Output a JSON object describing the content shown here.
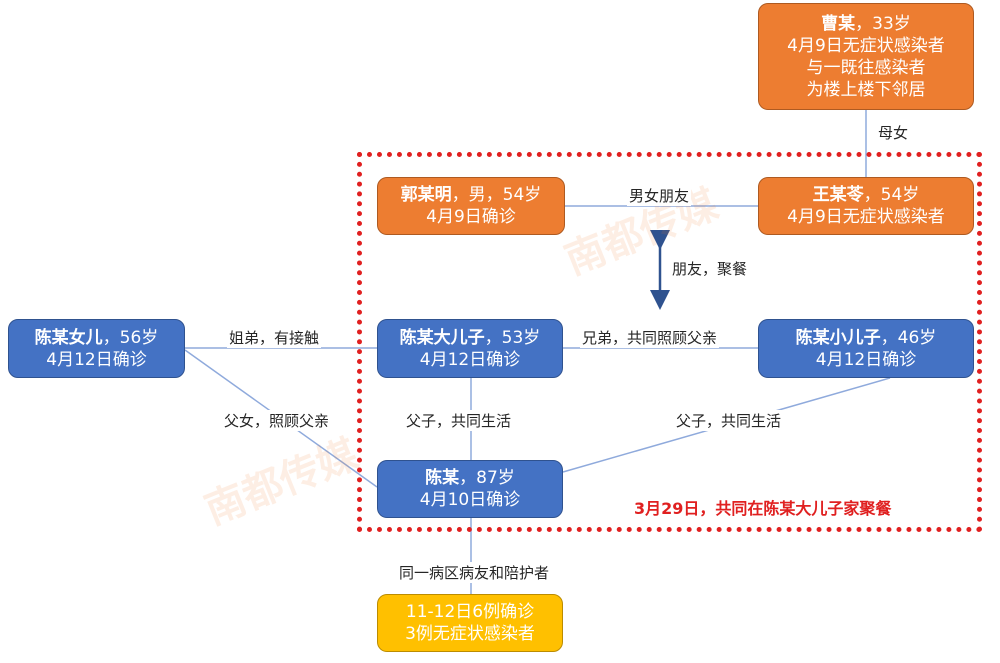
{
  "nodes": {
    "cao": {
      "name": "曹某",
      "detail": "，33岁",
      "line2": "4月9日无症状感染者",
      "line3": "与一既往感染者",
      "line4": "为楼上楼下邻居"
    },
    "guo": {
      "name": "郭某明",
      "detail": "，男，54岁",
      "line2": "4月9日确诊"
    },
    "wang": {
      "name": "王某苓",
      "detail": "，54岁",
      "line2": "4月9日无症状感染者"
    },
    "daughter": {
      "name": "陈某女儿",
      "detail": "，56岁",
      "line2": "4月12日确诊"
    },
    "elder_son": {
      "name": "陈某大儿子",
      "detail": "，53岁",
      "line2": "4月12日确诊"
    },
    "younger_son": {
      "name": "陈某小儿子",
      "detail": "，46岁",
      "line2": "4月12日确诊"
    },
    "chen": {
      "name": "陈某",
      "detail": "，87岁",
      "line2": "4月10日确诊"
    },
    "ward": {
      "line1": "11-12日6例确诊",
      "line2": "3例无症状感染者"
    }
  },
  "edges": {
    "mother_daughter": "母女",
    "boyfriend_girlfriend": "男女朋友",
    "friends_dinner": "朋友，聚餐",
    "siblings_contact": "姐弟，有接触",
    "brothers_care": "兄弟，共同照顾父亲",
    "father_daughter_care": "父女，照顾父亲",
    "father_son_live_1": "父子，共同生活",
    "father_son_live_2": "父子，共同生活",
    "ward_mates": "同一病区病友和陪护者"
  },
  "note": "3月29日，共同在陈某大儿子家聚餐",
  "watermark": "南都传媒",
  "colors": {
    "blue": "#4472c4",
    "orange": "#ed7d31",
    "yellow": "#ffc000",
    "red": "#e02020",
    "line": "#8faadc"
  }
}
